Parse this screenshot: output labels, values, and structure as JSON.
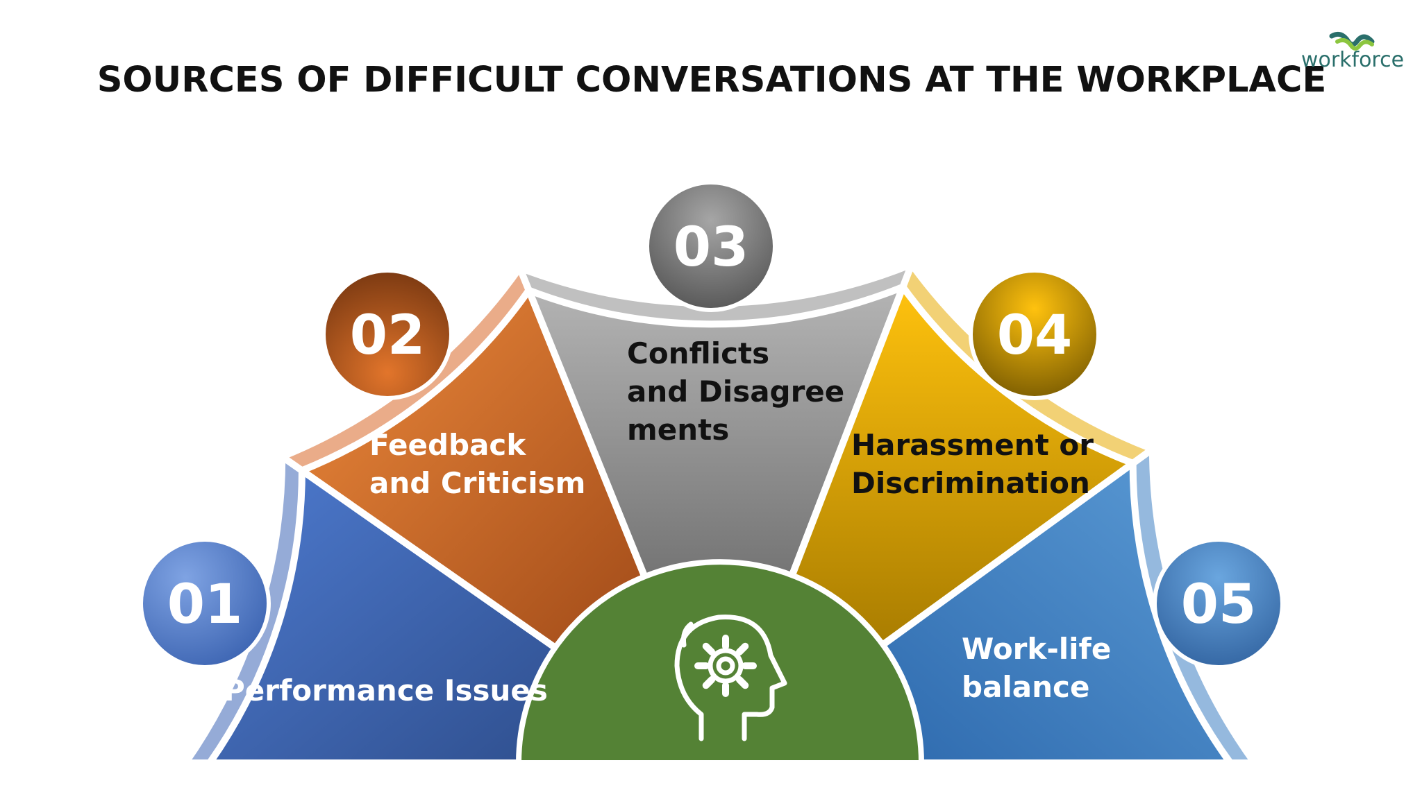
{
  "title": "SOURCES OF DIFFICULT CONVERSATIONS AT THE WORKPLACE",
  "logo": {
    "text": "workforce",
    "colors": [
      "#2a6f6b",
      "#5aa89a",
      "#8cc63f"
    ]
  },
  "center_icon": "head-gear-icon",
  "segments": [
    {
      "number": "01",
      "lines": [
        "Performance Issues"
      ],
      "color": "#3f68b8",
      "text_color": "#ffffff"
    },
    {
      "number": "02",
      "lines": [
        "Feedback",
        "and Criticism"
      ],
      "color": "#d9692a",
      "text_color": "#ffffff"
    },
    {
      "number": "03",
      "lines": [
        "Conflicts",
        "and Disagree",
        "ments"
      ],
      "color": "#8d8d8d",
      "text_color": "#111111"
    },
    {
      "number": "04",
      "lines": [
        "Harassment or",
        "Discrimination"
      ],
      "color": "#e8ac05",
      "text_color": "#111111"
    },
    {
      "number": "05",
      "lines": [
        "Work-life",
        "balance"
      ],
      "color": "#3f80c4",
      "text_color": "#ffffff"
    }
  ],
  "center_color": "#548235"
}
